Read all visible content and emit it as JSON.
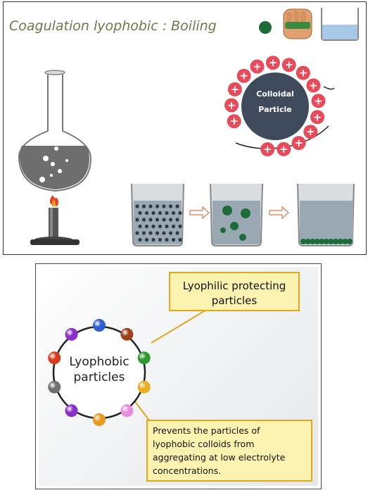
{
  "top_panel": {
    "title": "Coagulation lyophobic : Boiling",
    "colloidal_particle": {
      "line1": "Colloidal",
      "line2": "Particle"
    },
    "charge_symbol": "+"
  },
  "bottom_panel": {
    "center_label": {
      "line1": "Lyophobic",
      "line2": "particles"
    },
    "callout_top": {
      "line1": "Lyophilic protecting",
      "line2": "particles"
    },
    "callout_bottom": {
      "line1": "Prevents the particles of",
      "line2": "lyophobic colloids from",
      "line3": "aggregating at low electrolyte",
      "line4": "concentrations."
    },
    "bead_colors": [
      "#2c5fd0",
      "#a0401c",
      "#2e9a2e",
      "#e8b020",
      "#e88ae0",
      "#e89a20",
      "#8a30c8",
      "#707070",
      "#d83a1c",
      "#8a30c8"
    ]
  },
  "colors": {
    "title": "#6b7a4a",
    "particle": "#3f4b5c",
    "charge": "#e84a5a",
    "callout_fill": "#fcf3b0",
    "callout_border": "#e0a820"
  }
}
